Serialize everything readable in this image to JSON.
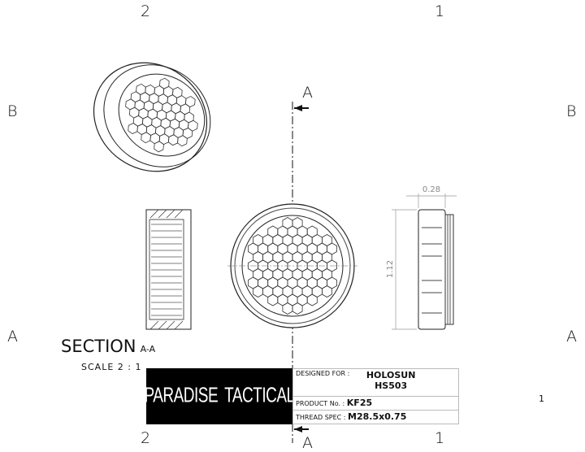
{
  "zones": {
    "top_left": "2",
    "top_right": "1",
    "bottom_left": "2",
    "bottom_right": "1",
    "left_upper": "B",
    "right_upper": "B",
    "left_lower": "A",
    "right_lower": "A"
  },
  "section_marker": {
    "top": "A",
    "bottom": "A"
  },
  "section_view": {
    "title": "SECTION",
    "label": "A-A",
    "scale": "SCALE 2 : 1"
  },
  "dimensions": {
    "width": "0.28",
    "height": "1.12"
  },
  "logo": {
    "text_left": "PARADISE",
    "text_right": "TACTICAL"
  },
  "title_block": {
    "designed_for_label": "DESIGNED FOR :",
    "designed_for_value_1": "HOLOSUN",
    "designed_for_value_2": "HS503",
    "product_label": "PRODUCT No. :",
    "product_value": "KF25",
    "thread_label": "THREAD SPEC :",
    "thread_value": "M28.5x0.75"
  },
  "sheet_number": "1"
}
